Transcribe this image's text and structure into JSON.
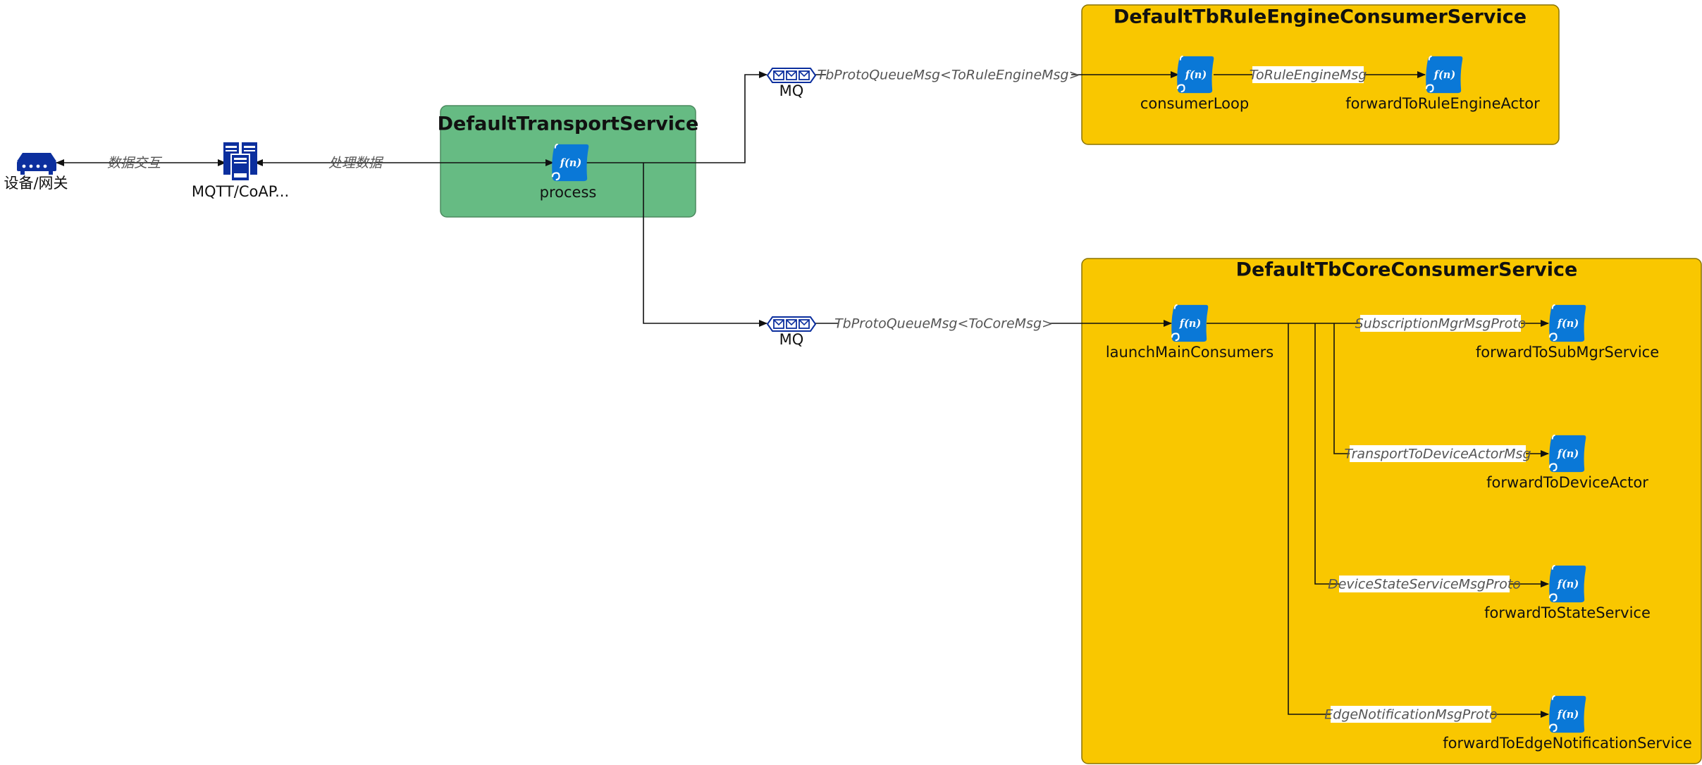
{
  "colors": {
    "transport_fill": "#66bb83",
    "consumer_fill": "#f9c700",
    "function_icon": "#0a78d7",
    "device_icon": "#0c2f9e",
    "edge": "#111111",
    "edge_label": "#555555"
  },
  "containers": {
    "transport": {
      "title": "DefaultTransportService"
    },
    "rule_engine": {
      "title": "DefaultTbRuleEngineConsumerService"
    },
    "core": {
      "title": "DefaultTbCoreConsumerService"
    }
  },
  "nodes": {
    "device": {
      "label": "设备/网关",
      "icon": "router-icon"
    },
    "protocol": {
      "label": "MQTT/CoAP...",
      "icon": "server-icon"
    },
    "process": {
      "label": "process",
      "icon": "function-icon",
      "icon_text": "f(n)"
    },
    "mq_rule": {
      "label": "MQ",
      "icon": "queue-icon"
    },
    "mq_core": {
      "label": "MQ",
      "icon": "queue-icon"
    },
    "consumer_loop": {
      "label": "consumerLoop",
      "icon": "function-icon",
      "icon_text": "f(n)"
    },
    "forward_rule": {
      "label": "forwardToRuleEngineActor",
      "icon": "function-icon",
      "icon_text": "f(n)"
    },
    "launch": {
      "label": "launchMainConsumers",
      "icon": "function-icon",
      "icon_text": "f(n)"
    },
    "sub_mgr": {
      "label": "forwardToSubMgrService",
      "icon": "function-icon",
      "icon_text": "f(n)"
    },
    "device_actor": {
      "label": "forwardToDeviceActor",
      "icon": "function-icon",
      "icon_text": "f(n)"
    },
    "state": {
      "label": "forwardToStateService",
      "icon": "function-icon",
      "icon_text": "f(n)"
    },
    "edge_notif": {
      "label": "forwardToEdgeNotificationService",
      "icon": "function-icon",
      "icon_text": "f(n)"
    }
  },
  "edges": {
    "device_protocol": "数据交互",
    "protocol_process": "处理数据",
    "mq_rule_consumer": "TbProtoQueueMsg<ToRuleEngineMsg>",
    "consumer_forward": "ToRuleEngineMsg",
    "mq_core_launch": "TbProtoQueueMsg<ToCoreMsg>",
    "launch_sub": "SubscriptionMgrMsgProto",
    "launch_device_actor": "TransportToDeviceActorMsg",
    "launch_state": "DeviceStateServiceMsgProto",
    "launch_edge": "EdgeNotificationMsgProto"
  }
}
